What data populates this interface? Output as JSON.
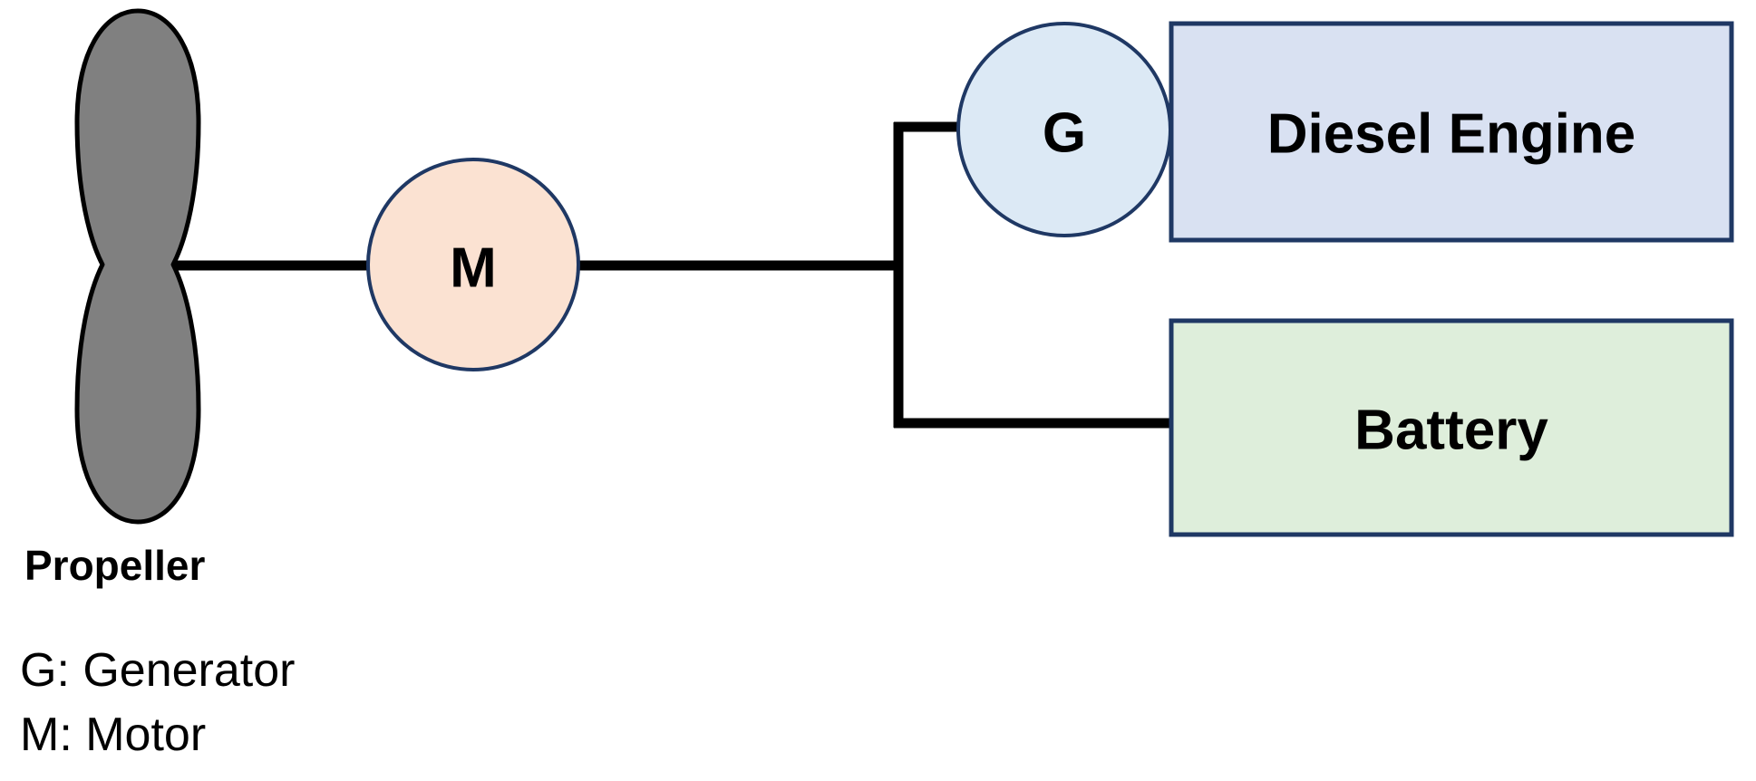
{
  "diagram": {
    "title": "Hybrid diesel-electric propulsion block diagram",
    "background_color": "#ffffff",
    "nodes": {
      "propeller": {
        "label": "Propeller",
        "shape": "two-lobe-propeller",
        "fill": "#808080",
        "stroke": "#000000"
      },
      "motor": {
        "letter": "M",
        "shape": "circle",
        "fill": "#FBE2D2",
        "stroke": "#1F3864"
      },
      "generator": {
        "letter": "G",
        "shape": "circle",
        "fill": "#DCE9F5",
        "stroke": "#1F3864"
      },
      "diesel_engine": {
        "label": "Diesel Engine",
        "shape": "rectangle",
        "fill": "#D9E1F2",
        "stroke": "#1F3864"
      },
      "battery": {
        "label": "Battery",
        "shape": "rectangle",
        "fill": "#DEEEDB",
        "stroke": "#1F3864"
      }
    },
    "connections": {
      "stroke": "#000000",
      "width": 11,
      "links": [
        "propeller-to-motor",
        "motor-to-bus",
        "bus-to-generator",
        "bus-to-battery"
      ]
    },
    "legend": [
      "G: Generator",
      "M: Motor"
    ]
  }
}
